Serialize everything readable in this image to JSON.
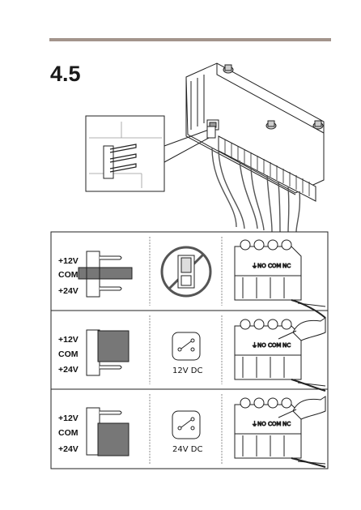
{
  "section": {
    "number": "4.5"
  },
  "rows": [
    {
      "labels": [
        "+12V",
        "COM",
        "+24V"
      ],
      "caption": "",
      "terminal_labels": {
        "ground": "⏚",
        "no": "NO",
        "com": "COM",
        "nc": "NC"
      }
    },
    {
      "labels": [
        "+12V",
        "COM",
        "+24V"
      ],
      "caption": "12V DC",
      "terminal_labels": {
        "ground": "⏚",
        "no": "NO",
        "com": "COM",
        "nc": "NC"
      }
    },
    {
      "labels": [
        "+12V",
        "COM",
        "+24V"
      ],
      "caption": "24V DC",
      "terminal_labels": {
        "ground": "⏚",
        "no": "NO",
        "com": "COM",
        "nc": "NC"
      }
    }
  ],
  "colors": {
    "rule": "#a3948c",
    "jumper": "#777777",
    "line": "#222222"
  }
}
